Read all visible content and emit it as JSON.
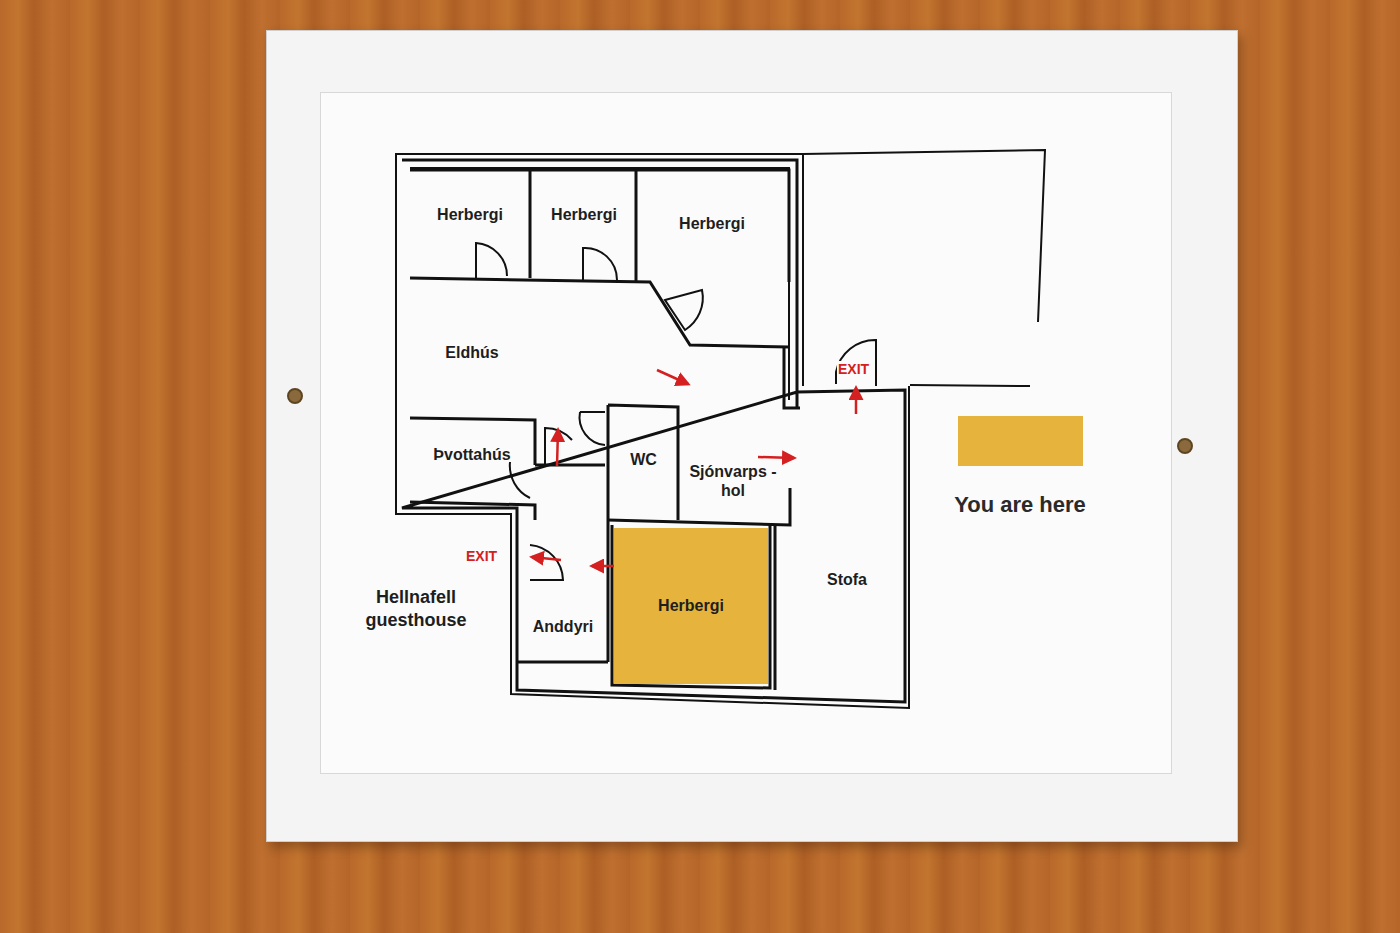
{
  "diagram": {
    "title": "Hellnafell guesthouse",
    "nodes": [
      {
        "text": [
          "Herbergi"
        ]
      },
      {
        "text": [
          "Herbergi"
        ]
      },
      {
        "text": [
          "Herbergi"
        ]
      },
      {
        "text": [
          "Eldhús"
        ]
      },
      {
        "text": [
          "Þvottahús"
        ]
      },
      {
        "text": [
          "WC"
        ]
      },
      {
        "text": [
          "Sjónvarps -hol"
        ]
      },
      {
        "text": [
          "Anddyri"
        ]
      },
      {
        "text": [
          "Herbergi"
        ]
      },
      {
        "text": [
          "Stofa"
        ]
      }
    ],
    "labels": [
      "EXIT",
      "EXIT"
    ],
    "legend": [
      {
        "text": "You are here",
        "color": "#e6b43c"
      }
    ]
  }
}
